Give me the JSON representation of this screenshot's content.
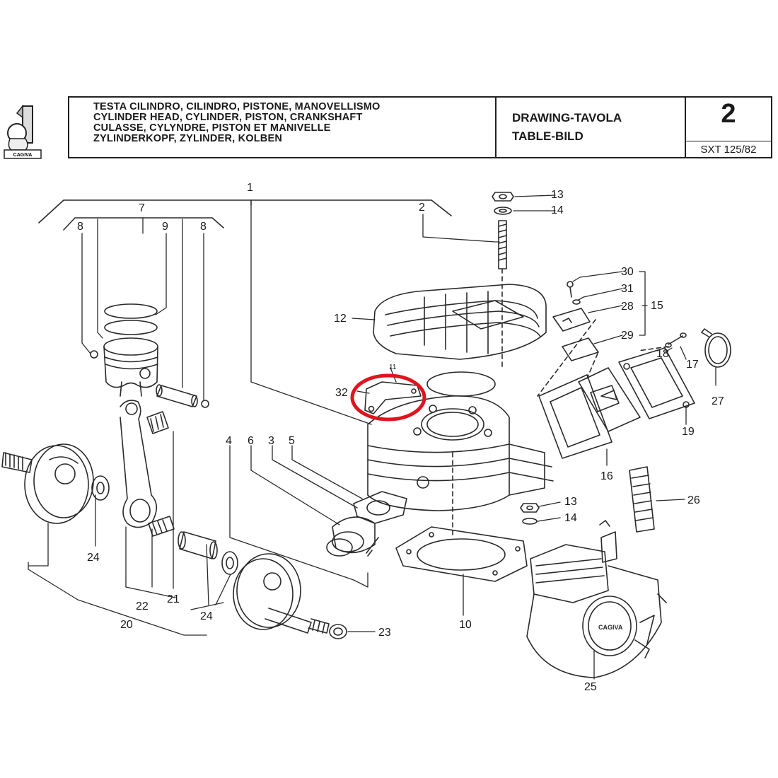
{
  "header": {
    "title_lines": [
      "TESTA CILINDRO, CILINDRO, PISTONE, MANOVELLISMO",
      "CYLINDER HEAD, CYLINDER, PISTON, CRANKSHAFT",
      "CULASSE, CYLYNDRE, PISTON ET MANIVELLE",
      "ZYLINDERKOPF, ZYLINDER, KOLBEN"
    ],
    "drawing_label_1": "DRAWING-TAVOLA",
    "drawing_label_2": "TABLE-BILD",
    "table_number": "2",
    "model_code": "SXT 125/82"
  },
  "logo": {
    "brand": "CAGIVA"
  },
  "callouts": [
    "1",
    "2",
    "4",
    "5",
    "6",
    "7",
    "8",
    "8",
    "9",
    "10",
    "11",
    "12",
    "13",
    "14",
    "13",
    "14",
    "15",
    "16",
    "17",
    "18",
    "19",
    "20",
    "21",
    "22",
    "23",
    "24",
    "24",
    "26",
    "27",
    "28",
    "29",
    "30",
    "31",
    "32",
    "3",
    "25"
  ],
  "highlight": {
    "color": "#e0141e",
    "target_part": "32"
  },
  "colors": {
    "line": "#2a2a2a",
    "highlight": "#e0141e"
  }
}
